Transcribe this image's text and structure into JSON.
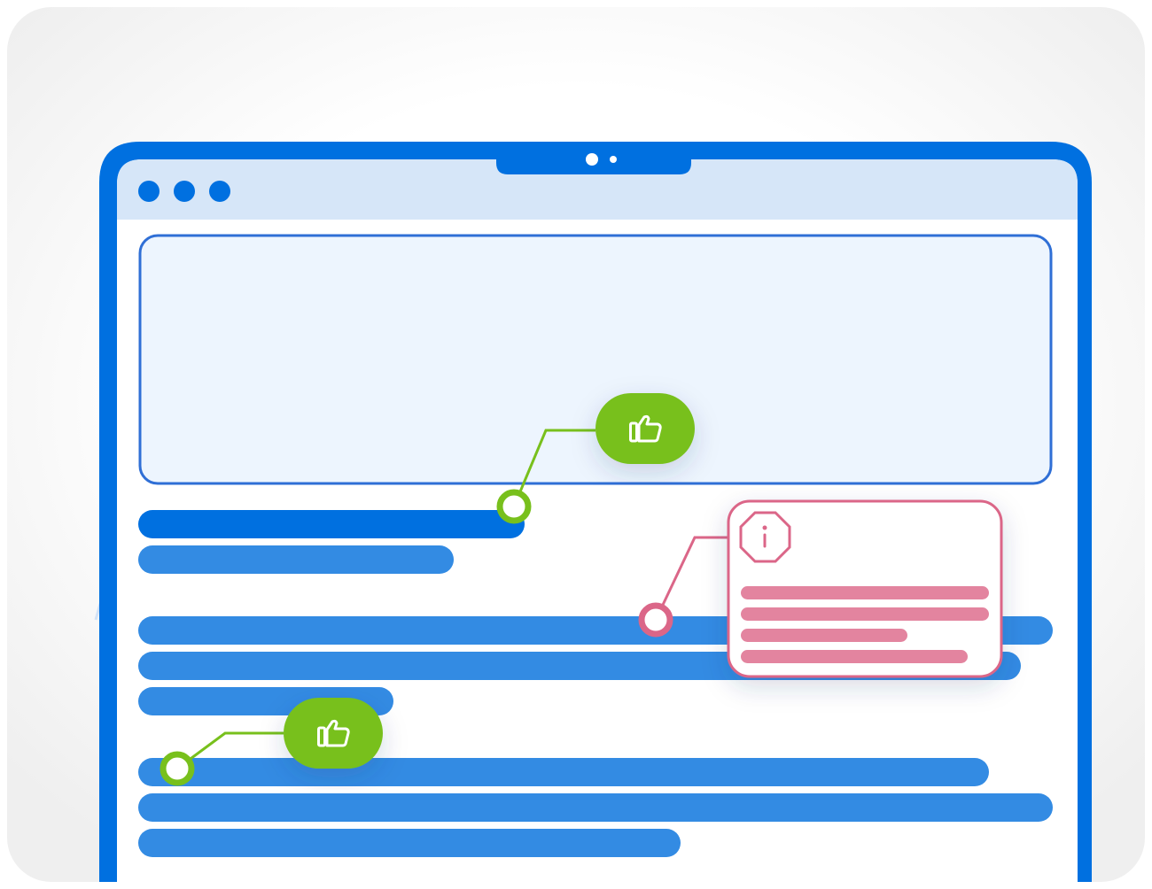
{
  "colors": {
    "frame": "#0070e0",
    "header": "#d6e6f8",
    "hero_border": "#2f6fd6",
    "hero_fill": "#edf5fe",
    "bar_dark": "#0070e0",
    "bar": "#338be3",
    "positive": "#78c01c",
    "alert": "#db6688",
    "alert_lines": "#e3849f",
    "dashed_rings": "#d3e3f7"
  },
  "icons": {
    "feedback_positive": "thumbs-up-icon",
    "alert": "info-octagon-icon"
  },
  "alert_card": {
    "line_fractions": [
      1.0,
      1.0,
      0.67,
      0.91
    ]
  }
}
